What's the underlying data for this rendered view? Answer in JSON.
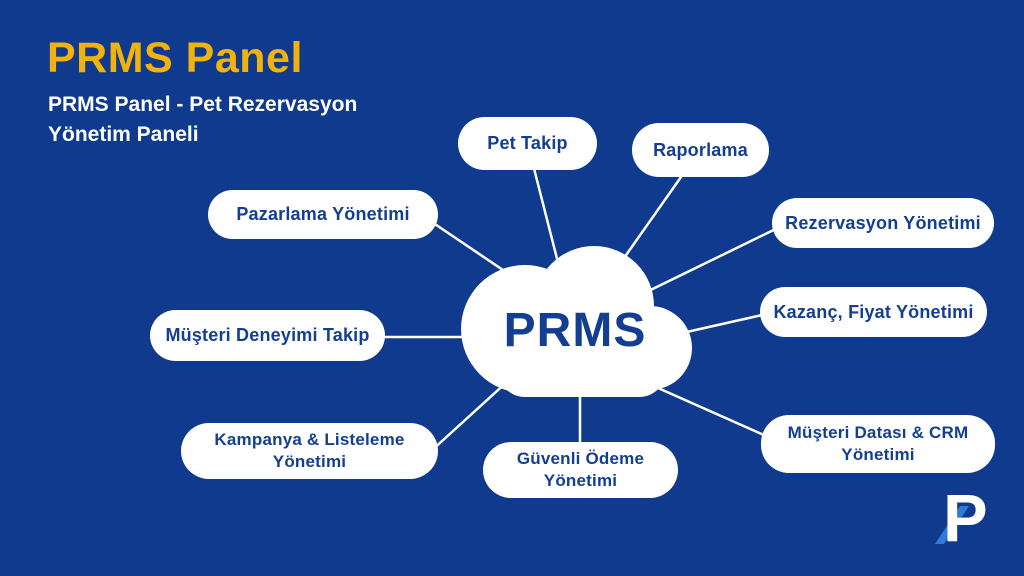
{
  "slide": {
    "background_color": "#0F3A8D",
    "accent_yellow": "#F2B20E",
    "brand_blue": "#133E92",
    "logo_accent_blue": "#2E7BD6",
    "connector_color": "#FFFFFF"
  },
  "header": {
    "title": "PRMS Panel",
    "subtitle_line1": "PRMS Panel - Pet Rezervasyon",
    "subtitle_line2": "Yönetim Paneli"
  },
  "diagram": {
    "center_label": "PRMS",
    "nodes": [
      {
        "label": "Pet Takip"
      },
      {
        "label": "Raporlama"
      },
      {
        "label": "Pazarlama Yönetimi"
      },
      {
        "label": "Rezervasyon Yönetimi"
      },
      {
        "label": "Müşteri Deneyimi Takip"
      },
      {
        "label": "Kazanç, Fiyat Yönetimi"
      },
      {
        "label": "Kampanya & Listeleme Yönetimi"
      },
      {
        "label": "Güvenli Ödeme Yönetimi"
      },
      {
        "label": "Müşteri Datası & CRM Yönetimi"
      }
    ]
  },
  "logo": {
    "letter": "P"
  }
}
